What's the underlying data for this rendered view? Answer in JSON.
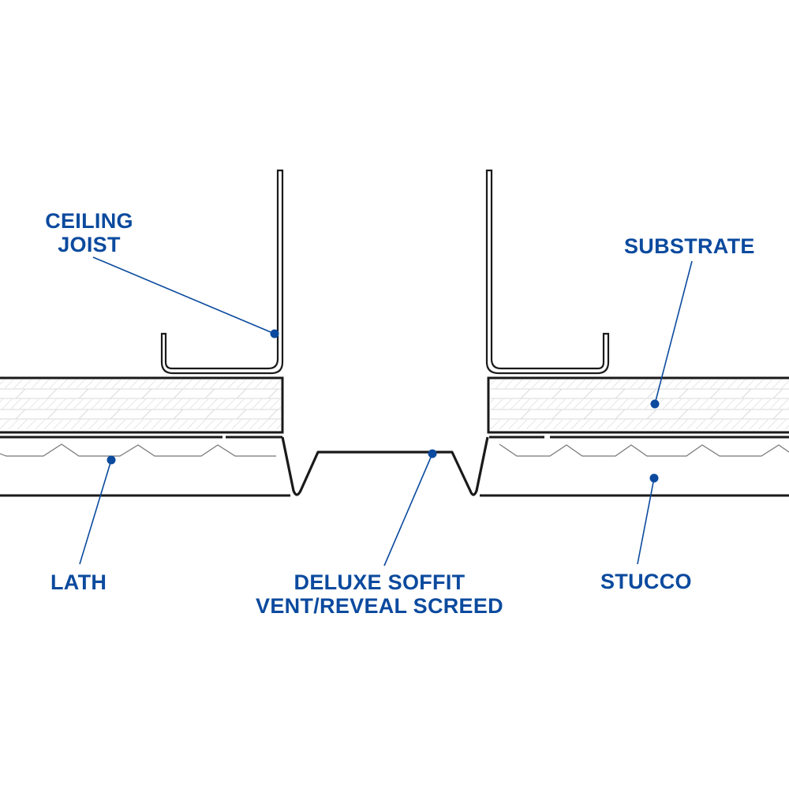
{
  "diagram": {
    "title": "Deluxe Soffit Vent/Reveal Screed cross-section",
    "label_color": "#0b4a9e",
    "line_color": "#1a1a1a",
    "hatch_color": "#cfcfcf",
    "labels": {
      "ceiling_joist": [
        "CEILING",
        "JOIST"
      ],
      "substrate": "SUBSTRATE",
      "lath": "LATH",
      "screed": [
        "DELUXE SOFFIT",
        "VENT/REVEAL SCREED"
      ],
      "stucco": "STUCCO"
    }
  }
}
